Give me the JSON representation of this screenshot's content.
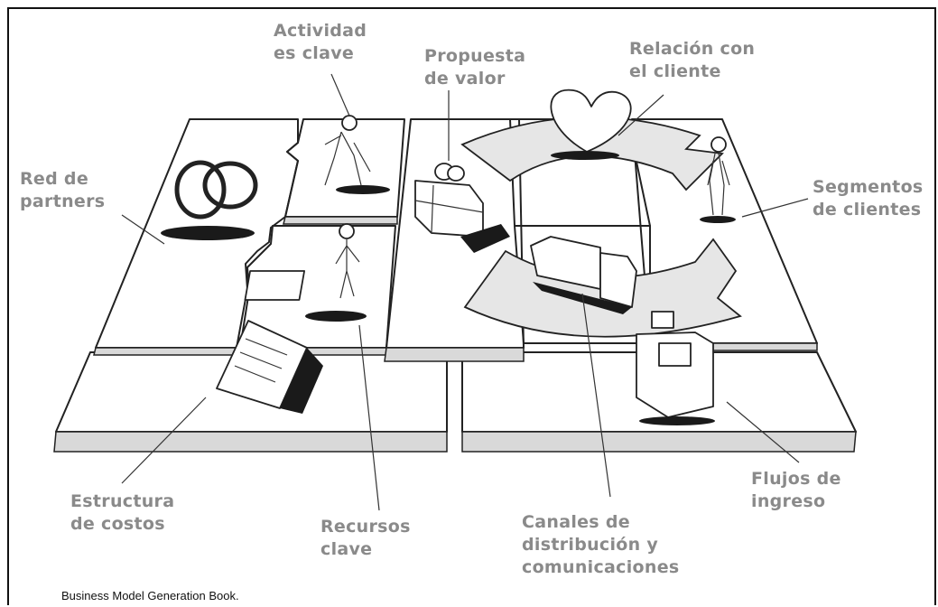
{
  "labels": {
    "actividades": "Actividad\nes clave",
    "propuesta": "Propuesta\nde valor",
    "relacion": "Relación con\nel cliente",
    "partners": "Red  de\npartners",
    "segmentos": "Segmentos\nde clientes",
    "costos": "Estructura\nde  costos",
    "recursos": "Recursos\nclave",
    "canales": "Canales de\ndistribución y\ncomunicaciones",
    "ingresos": "Flujos de\ningreso"
  },
  "caption": "Business Model Generation Book."
}
